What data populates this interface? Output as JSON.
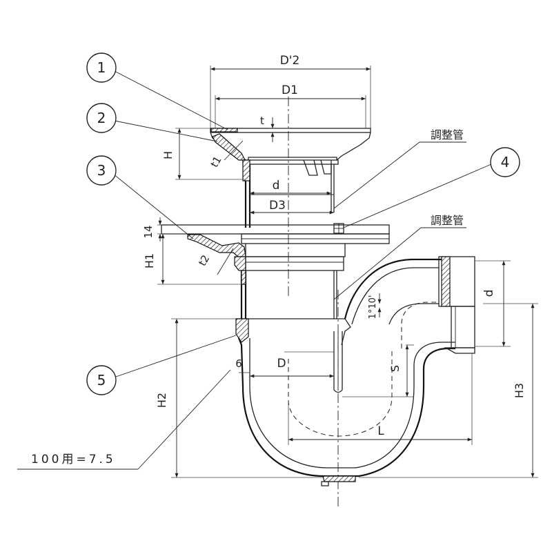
{
  "callouts": [
    "1",
    "2",
    "3",
    "4",
    "5"
  ],
  "dimensions": {
    "d2": "D'2",
    "d1": "D1",
    "d3": "D3",
    "d_top": "d",
    "d_outlet": "d",
    "d_trap": "D",
    "t": "t",
    "t1": "t1",
    "t2": "t2",
    "h": "H",
    "h1": "H1",
    "h2": "H2",
    "h3": "H3",
    "v14": "14",
    "v6": "6",
    "s": "S",
    "l": "L",
    "slope": "1°10'"
  },
  "labels": {
    "adjust_pipe_1": "調整管",
    "adjust_pipe_2": "調整管",
    "note_100": "100用=7.5"
  }
}
